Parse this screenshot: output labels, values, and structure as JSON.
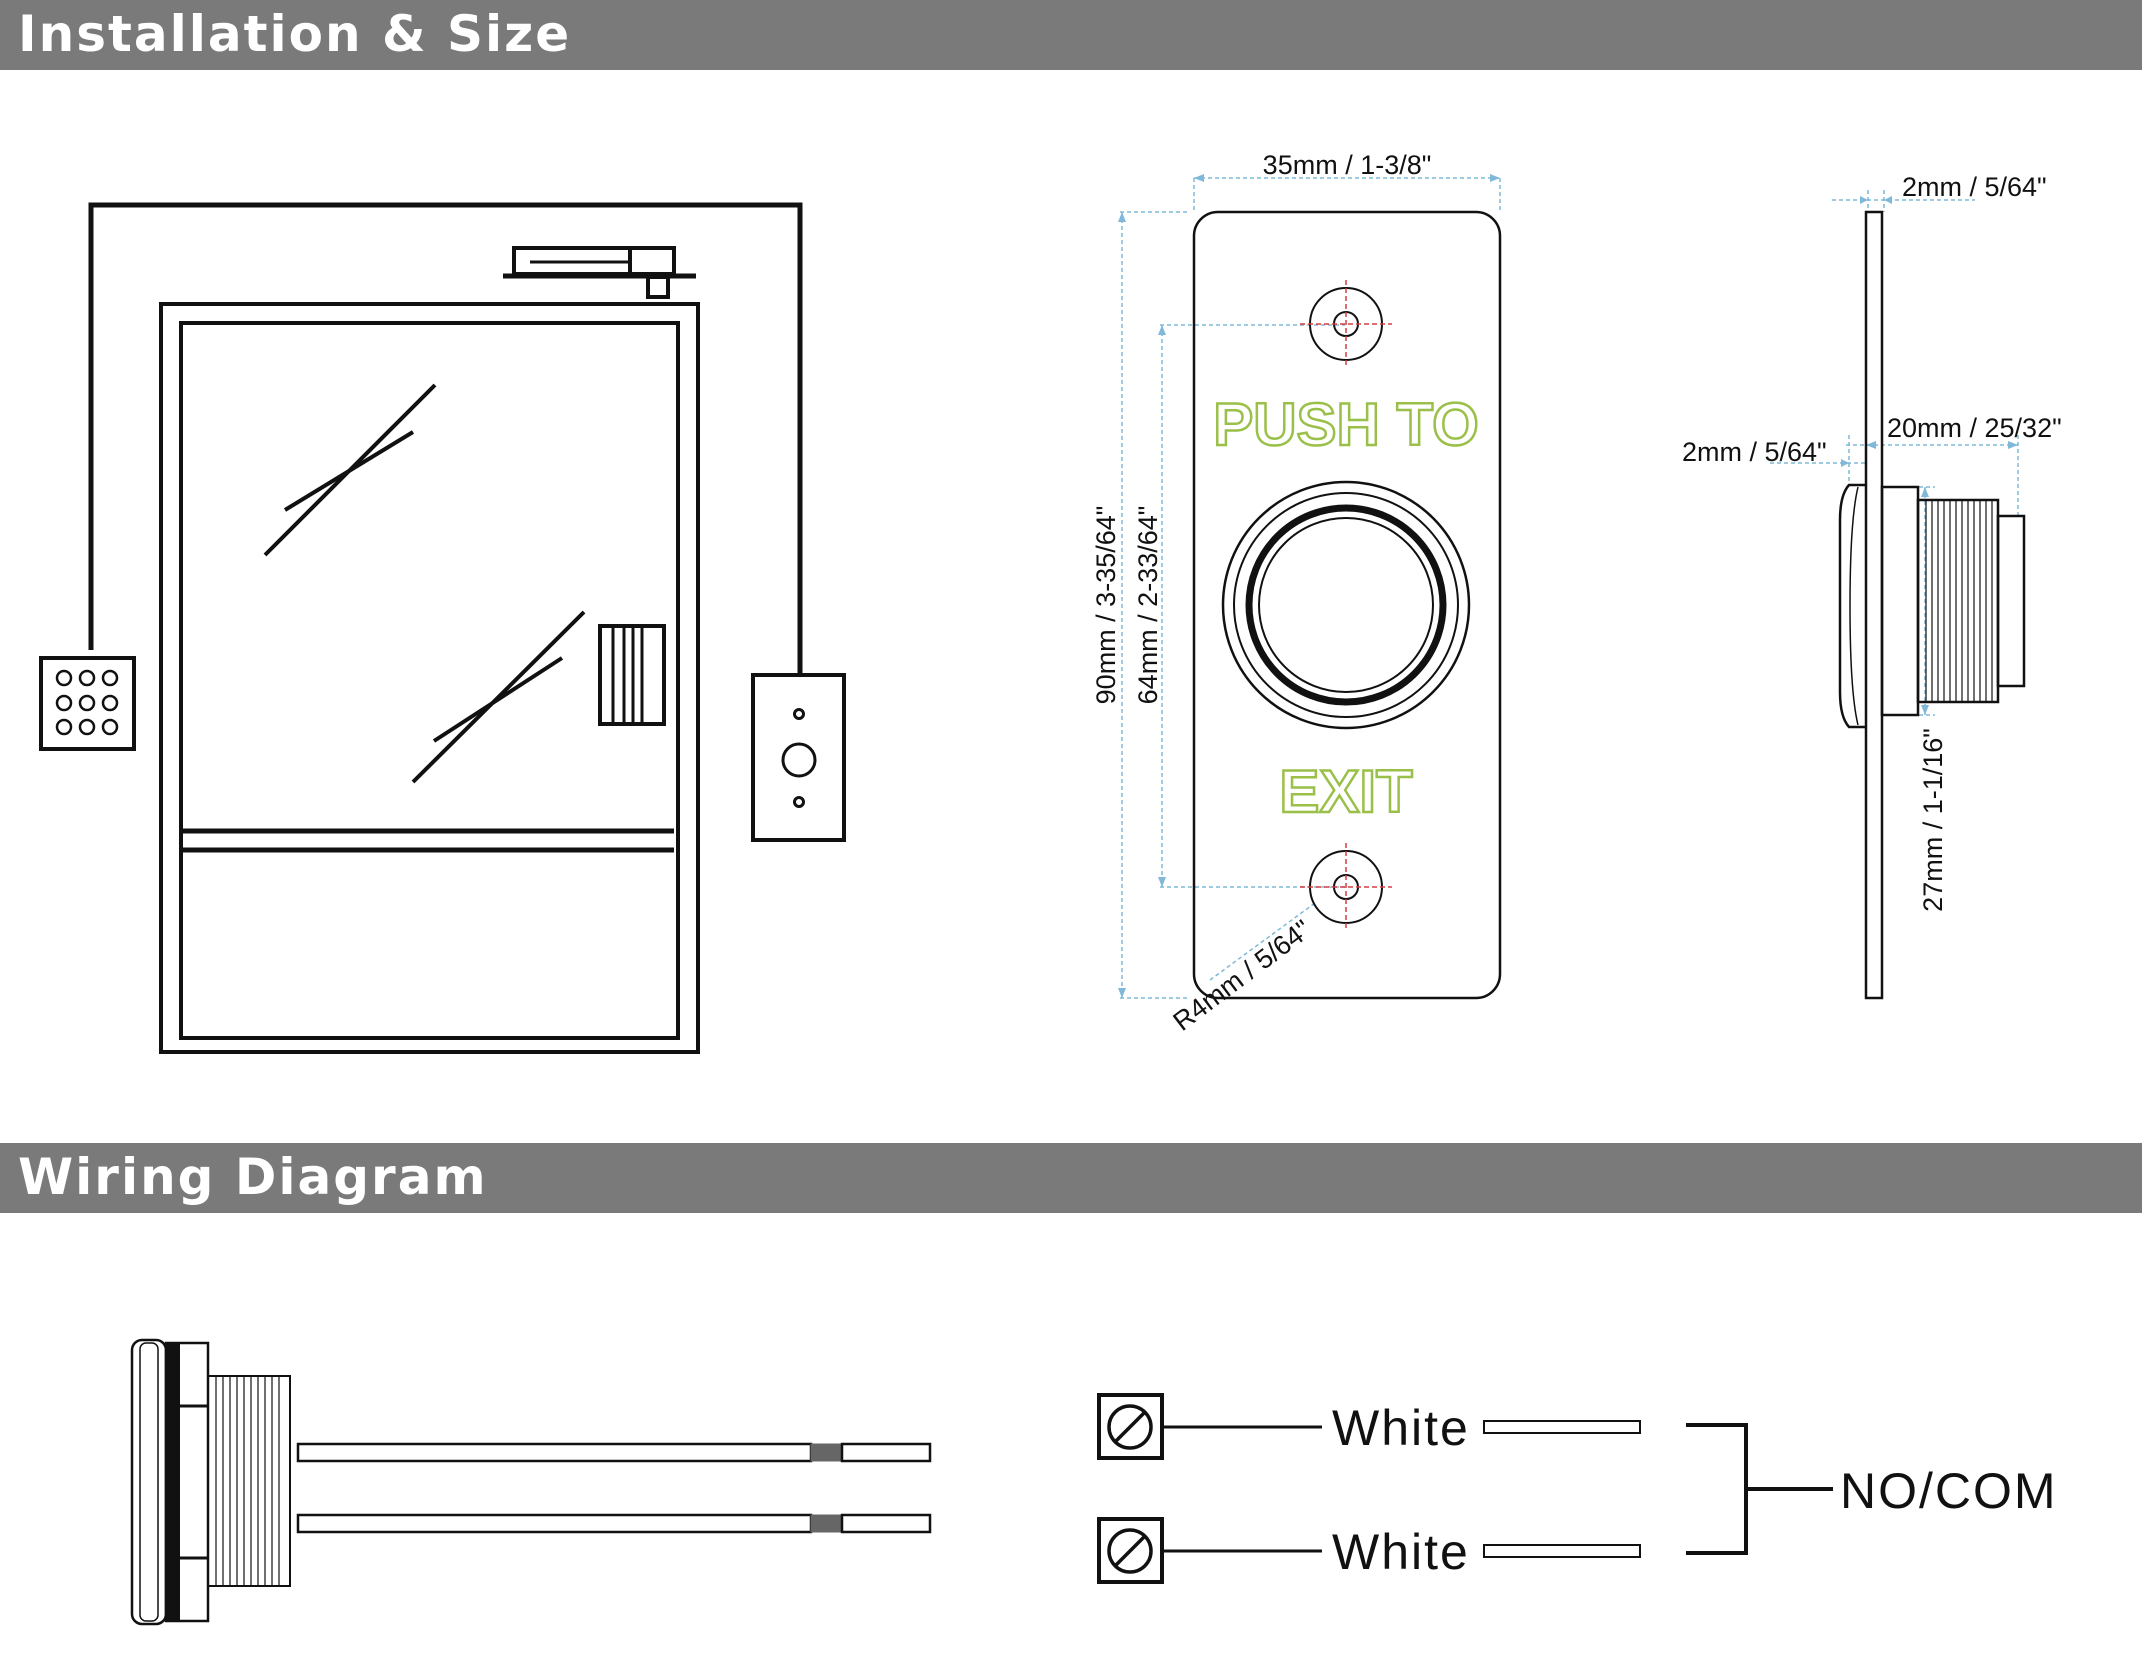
{
  "sections": {
    "installation_title": "Installation & Size",
    "wiring_title": "Wiring Diagram"
  },
  "dimensions": {
    "width": "35mm / 1-3/8\"",
    "height": "90mm / 3-35/64\"",
    "hole_spacing": "64mm / 2-33/64\"",
    "corner_radius": "R4mm / 5/64\"",
    "plate_thickness": "2mm / 5/64\"",
    "bezel_thickness": "2mm / 5/64\"",
    "thread_length": "20mm / 25/32\"",
    "thread_diameter": "27mm / 1-1/16\""
  },
  "plate": {
    "top_text": "PUSH TO",
    "bottom_text": "EXIT"
  },
  "wiring": {
    "wire1": "White",
    "wire2": "White",
    "output": "NO/COM"
  },
  "colors": {
    "banner": "#7a7a7a",
    "plate_text": "#9bc04a",
    "dimension_line": "#7fb8d8",
    "center_mark": "#d04040"
  }
}
